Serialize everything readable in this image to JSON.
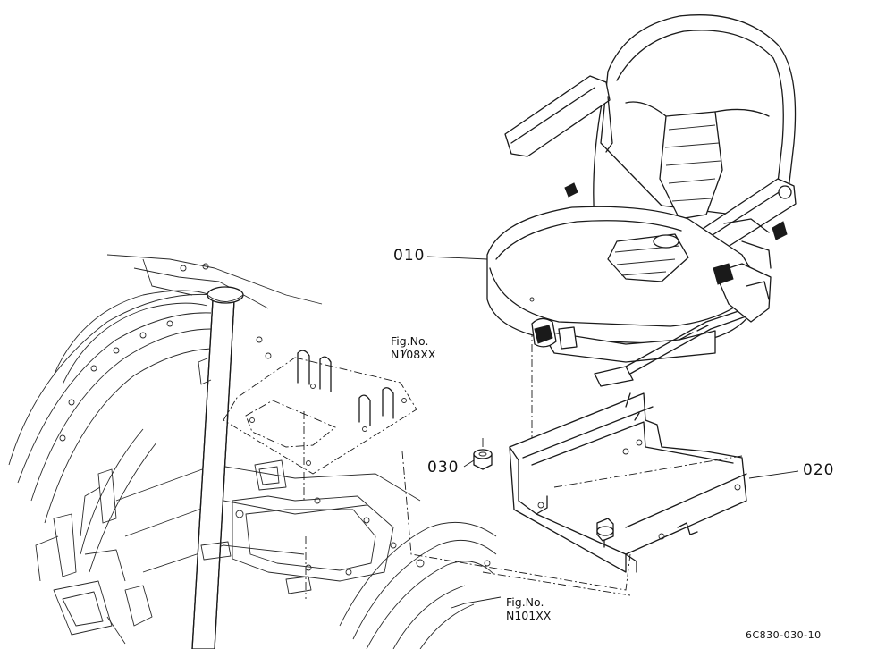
{
  "callouts": {
    "seat": "010",
    "bracket": "020",
    "nut": "030"
  },
  "figure_refs": {
    "upper": {
      "line1": "Fig.No.",
      "line2": "N108XX"
    },
    "lower": {
      "line1": "Fig.No.",
      "line2": "N101XX"
    }
  },
  "drawing_code": "6C830-030-10"
}
